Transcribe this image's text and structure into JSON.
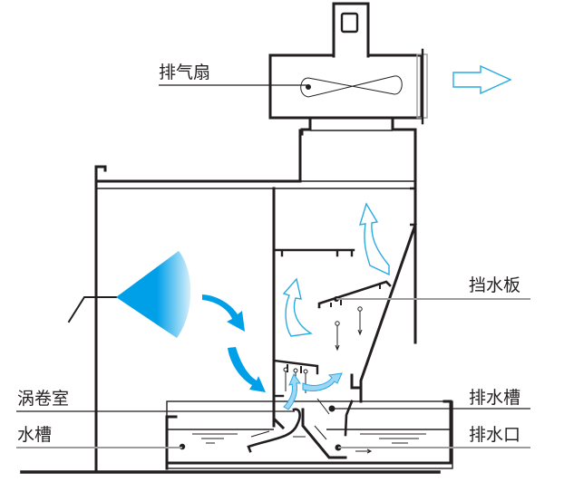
{
  "diagram": {
    "title": "水帘式喷漆室结构示意图",
    "labels": {
      "exhaust_fan": "排气扇",
      "baffle": "挡水板",
      "vortex_chamber": "涡卷室",
      "drain_trough": "排水槽",
      "water_tank": "水槽",
      "drain_outlet": "排水口"
    },
    "colors": {
      "line": "#231f20",
      "airflow_blue": "#00a0e9",
      "airflow_outline": "#29abe2",
      "airflow_light": "#9fd6f3",
      "leader_grey": "#9d9d9d",
      "background": "#ffffff"
    },
    "components": [
      "exhaust-fan",
      "exhaust-outlet-arrow",
      "duct",
      "booth-enclosure",
      "spray-gun",
      "spray-cone",
      "baffle-plate",
      "vortex-chamber",
      "drain-trough",
      "water-tank",
      "drain-outlet"
    ]
  }
}
